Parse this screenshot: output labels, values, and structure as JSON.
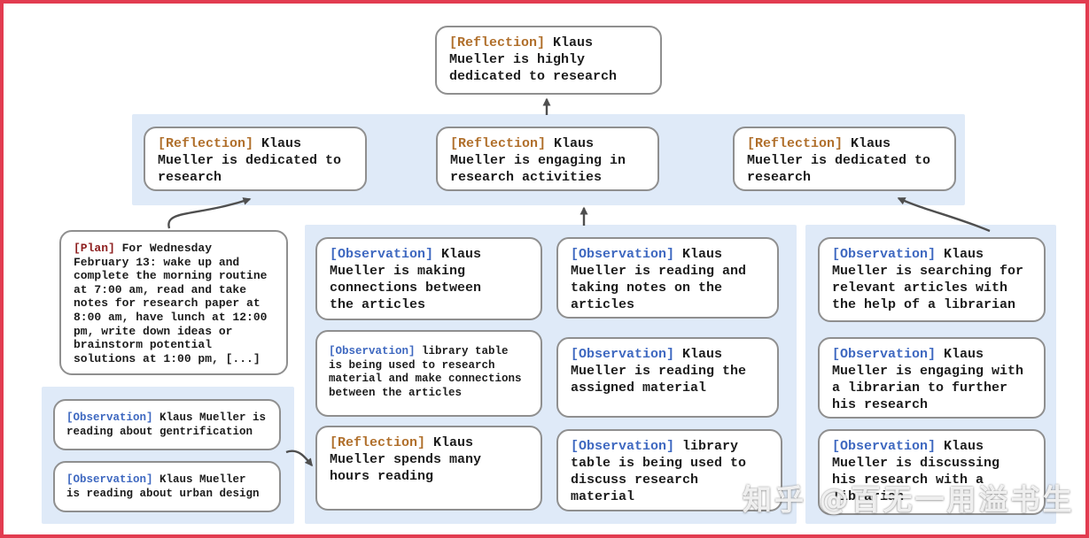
{
  "colors": {
    "frame": "#e23c50",
    "band": "#dfeaf8",
    "box-border": "#8f8f8f",
    "reflection": "#b06f2b",
    "observation": "#3e68c0",
    "plan": "#8e1f1f",
    "text": "#1c1c1c",
    "arrow": "#4f4f4f"
  },
  "watermark": "知乎 @百无一用溢书生",
  "nodes": {
    "root": {
      "label": "[Reflection]",
      "text": "Klaus\nMueller is highly\ndedicated to research"
    },
    "ref_left": {
      "label": "[Reflection]",
      "text": "Klaus\nMueller is dedicated to\nresearch"
    },
    "ref_mid": {
      "label": "[Reflection]",
      "text": "Klaus\nMueller is engaging in\nresearch activities"
    },
    "ref_right": {
      "label": "[Reflection]",
      "text": "Klaus\nMueller is dedicated to\nresearch"
    },
    "plan": {
      "label": "[Plan]",
      "text": "For Wednesday\nFebruary 13: wake up and\ncomplete the morning routine\nat 7:00 am, read and take\nnotes for research paper at\n8:00 am, have lunch at 12:00\npm, write down ideas or\nbrainstorm potential\nsolutions at 1:00 pm, [...]"
    },
    "obs_gentrification": {
      "label": "[Observation]",
      "text": "Klaus Mueller is\nreading about gentrification"
    },
    "obs_urban_design": {
      "label": "[Observation]",
      "text": "Klaus Mueller\nis reading about urban design"
    },
    "obs_connections": {
      "label": "[Observation]",
      "text": "Klaus\nMueller is making\nconnections between\nthe articles"
    },
    "obs_library_research": {
      "label": "[Observation]",
      "text": "library table\nis being used to research\nmaterial and make connections\nbetween the articles"
    },
    "ref_hours_reading": {
      "label": "[Reflection]",
      "text": "Klaus\nMueller spends many\nhours reading"
    },
    "obs_taking_notes": {
      "label": "[Observation]",
      "text": "Klaus\nMueller is reading and\ntaking notes on the\narticles"
    },
    "obs_assigned_material": {
      "label": "[Observation]",
      "text": "Klaus\nMueller is reading the\nassigned material"
    },
    "obs_discuss_material": {
      "label": "[Observation]",
      "text": "library\ntable is being used to\ndiscuss research material"
    },
    "obs_searching_articles": {
      "label": "[Observation]",
      "text": "Klaus\nMueller is searching for\nrelevant articles with\nthe help of a librarian"
    },
    "obs_engaging_librarian": {
      "label": "[Observation]",
      "text": "Klaus\nMueller is engaging with\na librarian to further\nhis research"
    },
    "obs_discussing_librarian": {
      "label": "[Observation]",
      "text": "Klaus\nMueller is discussing\nhis research with a\nlibrarian"
    }
  },
  "edges": [
    {
      "from": "reflections-row",
      "to": "root"
    },
    {
      "from": "plan",
      "to": "ref_left"
    },
    {
      "from": "band-research-activities",
      "to": "ref_mid"
    },
    {
      "from": "band-librarian",
      "to": "ref_right"
    },
    {
      "from": "band-reading-observations",
      "to": "ref_hours_reading"
    }
  ]
}
